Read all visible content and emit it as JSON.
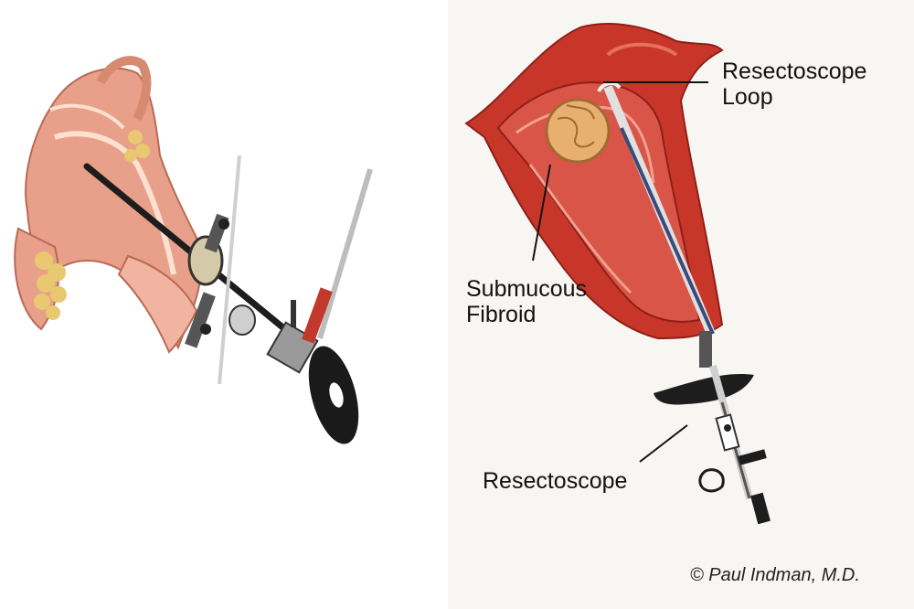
{
  "labels": {
    "resectoscope_loop": [
      "Resectoscope",
      "Loop"
    ],
    "submucous_fibroid": [
      "Submucous",
      "Fibroid"
    ],
    "resectoscope": "Resectoscope",
    "credit": "© Paul Indman, M.D."
  },
  "colors": {
    "uterus_muscle": "#c8362a",
    "uterus_dark": "#8e1f18",
    "fibroid": "#e8b070",
    "left_uterus": "#e8a08a",
    "ovary": "#e8c870",
    "instrument": "#2a2a2a",
    "background_right": "#f7f6f2"
  }
}
